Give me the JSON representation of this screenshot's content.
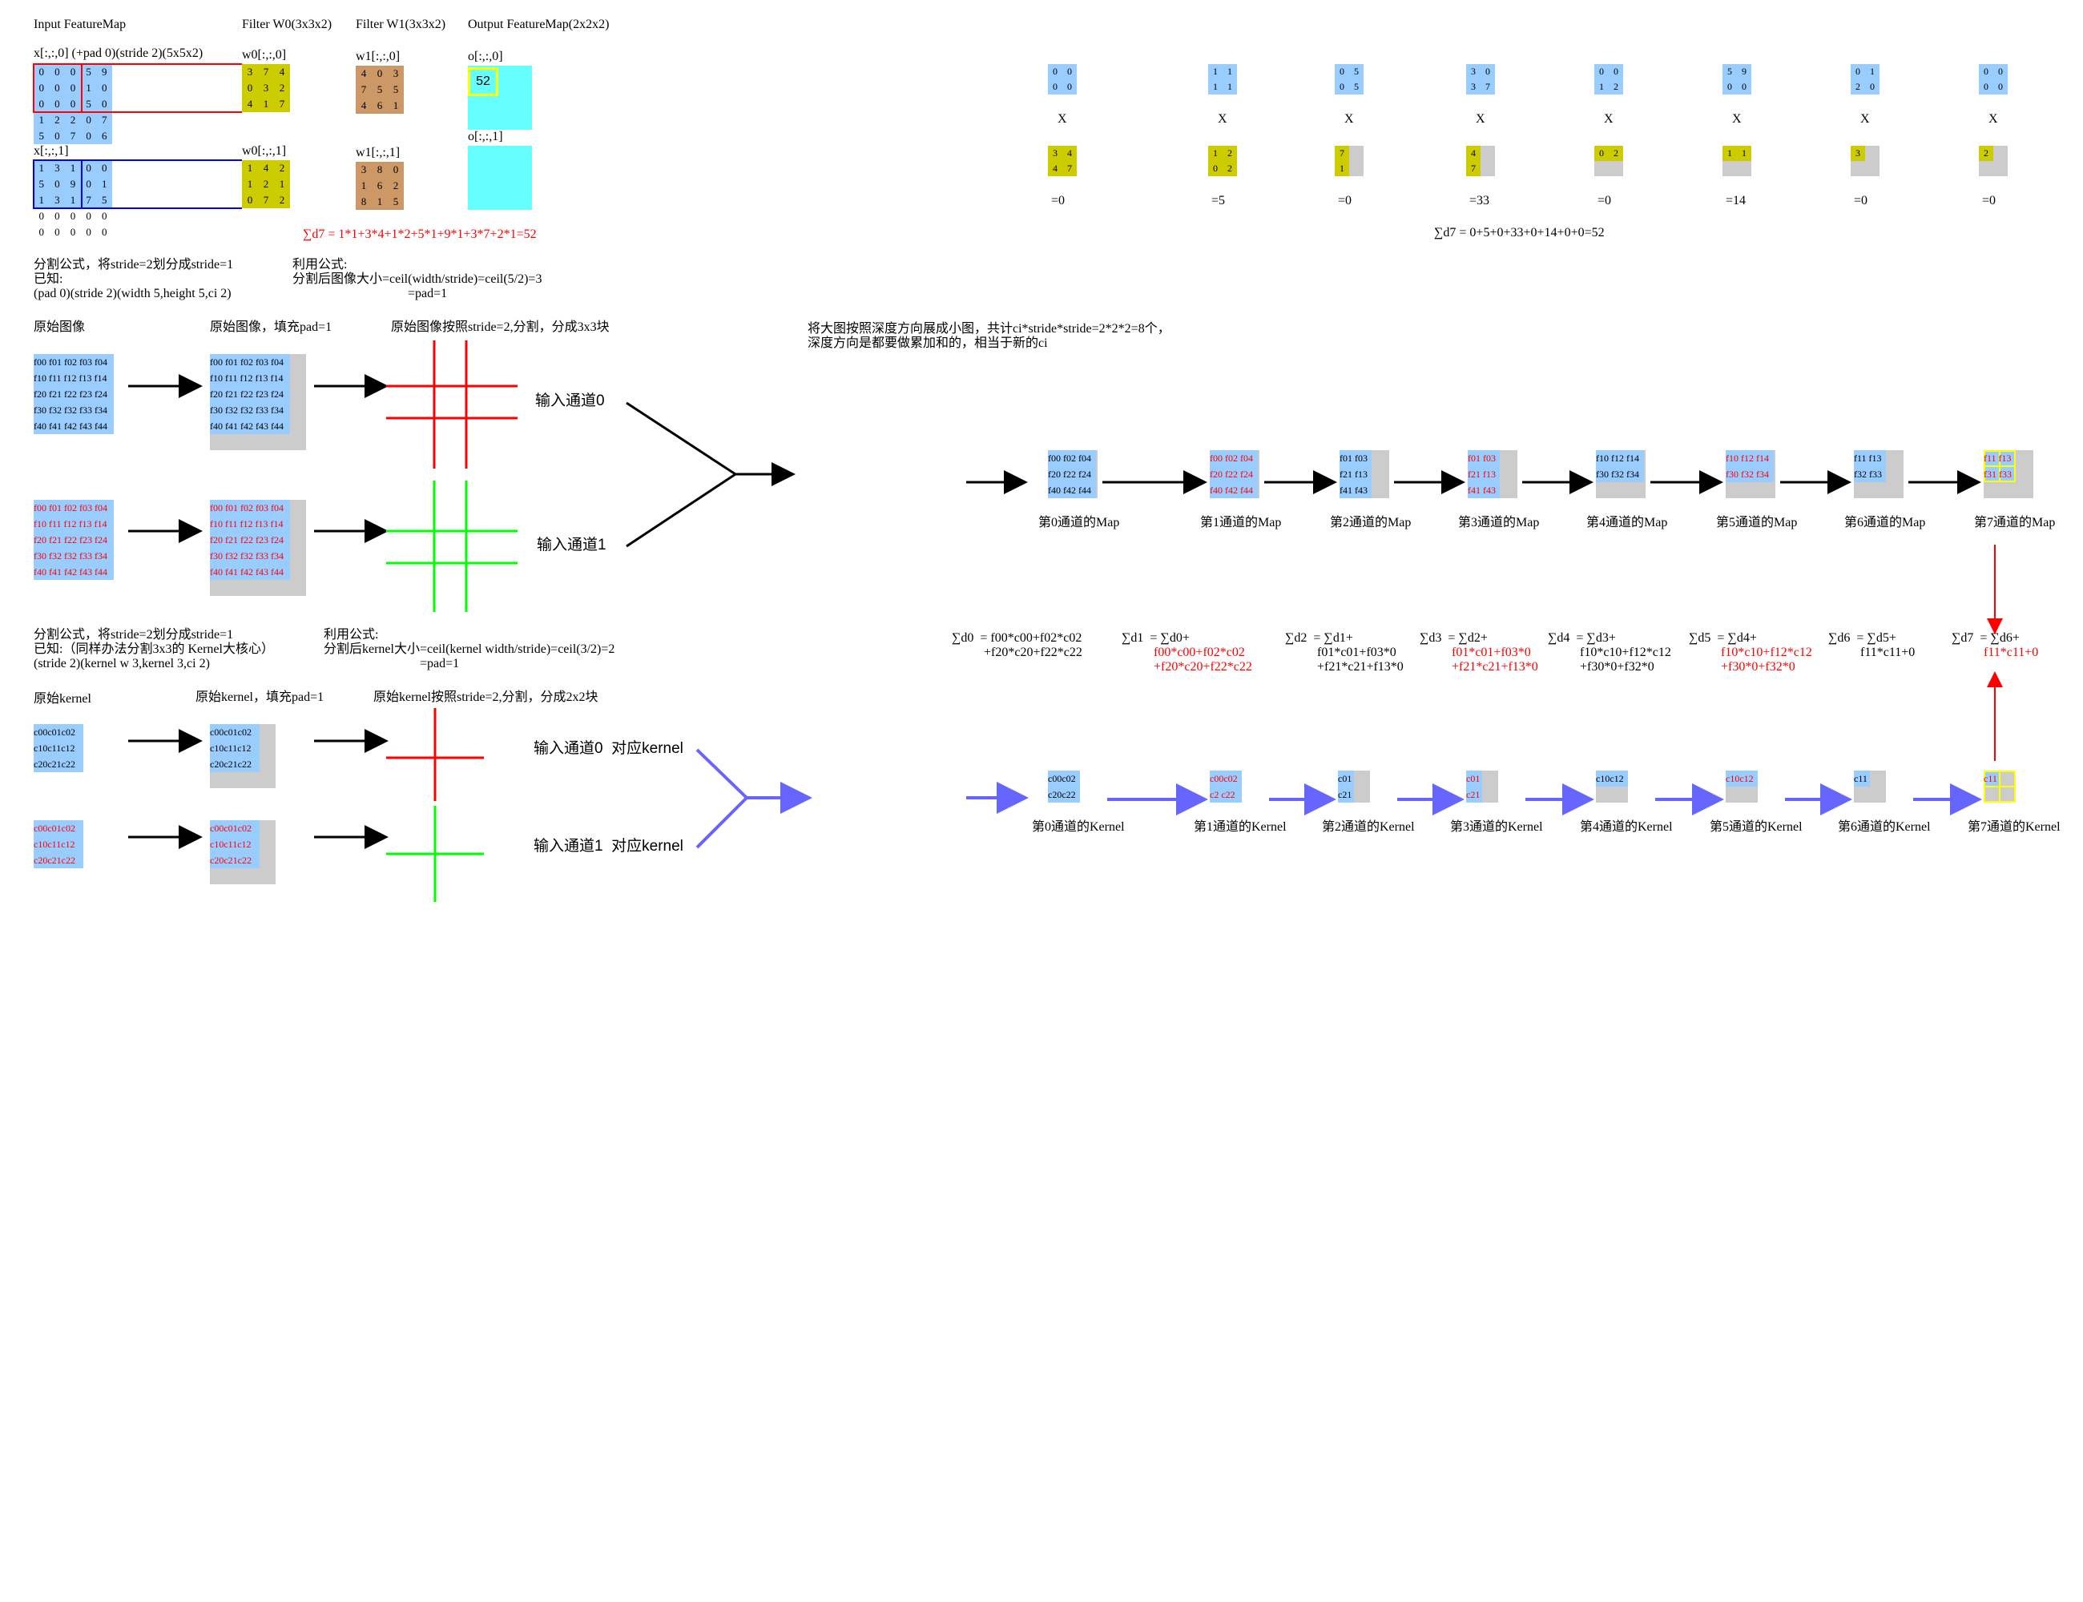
{
  "headers": {
    "input": "Input FeatureMap",
    "w0": "Filter W0(3x3x2)",
    "w1": "Filter W1(3x3x2)",
    "output": "Output FeatureMap(2x2x2)"
  },
  "labels": {
    "x0": "x[:,:,0] (+pad 0)(stride 2)(5x5x2)",
    "x1": "x[:,:,1]",
    "w00": "w0[:,:,0]",
    "w01": "w0[:,:,1]",
    "w10": "w1[:,:,0]",
    "w11": "w1[:,:,1]",
    "o0": "o[:,:,0]",
    "o1": "o[:,:,1]",
    "o_value": "52"
  },
  "matrices": {
    "x0": [
      [
        "0",
        "0",
        "0",
        "5",
        "9"
      ],
      [
        "0",
        "0",
        "0",
        "1",
        "0"
      ],
      [
        "0",
        "0",
        "0",
        "5",
        "0"
      ],
      [
        "1",
        "2",
        "2",
        "0",
        "7"
      ],
      [
        "5",
        "0",
        "7",
        "0",
        "6"
      ]
    ],
    "x1": [
      [
        "1",
        "3",
        "1",
        "0",
        "0"
      ],
      [
        "5",
        "0",
        "9",
        "0",
        "1"
      ],
      [
        "1",
        "3",
        "1",
        "7",
        "5"
      ],
      [
        "0",
        "0",
        "0",
        "0",
        "0"
      ],
      [
        "0",
        "0",
        "0",
        "0",
        "0"
      ]
    ],
    "w00": [
      [
        "3",
        "7",
        "4"
      ],
      [
        "0",
        "3",
        "2"
      ],
      [
        "4",
        "1",
        "7"
      ]
    ],
    "w01": [
      [
        "1",
        "4",
        "2"
      ],
      [
        "1",
        "2",
        "1"
      ],
      [
        "0",
        "7",
        "2"
      ]
    ],
    "w10": [
      [
        "4",
        "0",
        "3"
      ],
      [
        "7",
        "5",
        "5"
      ],
      [
        "4",
        "6",
        "1"
      ]
    ],
    "w11": [
      [
        "3",
        "8",
        "0"
      ],
      [
        "1",
        "6",
        "2"
      ],
      [
        "8",
        "1",
        "5"
      ]
    ]
  },
  "sum_red": "∑d7 = 1*1+3*4+1*2+5*1+9*1+3*7+2*1=52",
  "sum_total": "∑d7 = 0+5+0+33+0+14+0+0=52",
  "sub_products": [
    {
      "top": [
        [
          "0",
          "0"
        ],
        [
          "0",
          "0"
        ]
      ],
      "x": "X",
      "bottom": [
        [
          "3",
          "4"
        ],
        [
          "4",
          "7"
        ]
      ],
      "result": "=0"
    },
    {
      "top": [
        [
          "1",
          "1"
        ],
        [
          "1",
          "1"
        ]
      ],
      "x": "X",
      "bottom": [
        [
          "1",
          "2"
        ],
        [
          "0",
          "2"
        ]
      ],
      "result": "=5"
    },
    {
      "top": [
        [
          "0",
          "5"
        ],
        [
          "0",
          "5"
        ]
      ],
      "x": "X",
      "bottom": [
        [
          "7"
        ],
        [
          "1"
        ]
      ],
      "result": "=0"
    },
    {
      "top": [
        [
          "3",
          "0"
        ],
        [
          "3",
          "7"
        ]
      ],
      "x": "X",
      "bottom": [
        [
          "4"
        ],
        [
          "7"
        ]
      ],
      "result": "=33"
    },
    {
      "top": [
        [
          "0",
          "0"
        ],
        [
          "1",
          "2"
        ]
      ],
      "x": "X",
      "bottom": [
        [
          "0",
          "2"
        ]
      ],
      "result": "=0"
    },
    {
      "top": [
        [
          "5",
          "9"
        ],
        [
          "0",
          "0"
        ]
      ],
      "x": "X",
      "bottom": [
        [
          "1",
          "1"
        ]
      ],
      "result": "=14"
    },
    {
      "top": [
        [
          "0",
          "1"
        ],
        [
          "2",
          "0"
        ]
      ],
      "x": "X",
      "bottom": [
        [
          "3"
        ]
      ],
      "result": "=0"
    },
    {
      "top": [
        [
          "0",
          "0"
        ],
        [
          "0",
          "0"
        ]
      ],
      "x": "X",
      "bottom": [
        [
          "2"
        ]
      ],
      "result": "=0"
    }
  ],
  "sec1": {
    "note_left": "分割公式，将stride=2划分成stride=1\n已知:\n(pad 0)(stride 2)(width 5,height 5,ci 2)",
    "note_right": "利用公式:\n分割后图像大小=ceil(width/stride)=ceil(5/2)=3\n                                    =pad=1",
    "h_orig": "原始图像",
    "h_pad": "原始图像，填充pad=1",
    "h_split": "原始图像按照stride=2,分割，分成3x3块",
    "ch0": "输入通道0",
    "ch1": "输入通道1",
    "fmap": [
      "f00 f01 f02 f03 f04",
      "f10 f11 f12 f13 f14",
      "f20 f21 f22 f23 f24",
      "f30 f32 f32 f33 f34",
      "f40 f41 f42 f43 f44"
    ]
  },
  "expand_note": "将大图按照深度方向展成小图，共计ci*stride*stride=2*2*2=8个，\n深度方向是都要做累加和的，相当于新的ci",
  "maps": [
    {
      "rows": [
        "f00 f02 f04",
        "f20 f22 f24",
        "f40 f42 f44"
      ],
      "label": "第0通道的Map",
      "red": false
    },
    {
      "rows": [
        "f00 f02 f04",
        "f20 f22 f24",
        "f40 f42 f44"
      ],
      "label": "第1通道的Map",
      "red": true
    },
    {
      "rows": [
        "f01 f03",
        "f21 f13",
        "f41 f43"
      ],
      "label": "第2通道的Map",
      "red": false
    },
    {
      "rows": [
        "f01 f03",
        "f21 f13",
        "f41 f43"
      ],
      "label": "第3通道的Map",
      "red": true
    },
    {
      "rows": [
        "f10 f12 f14",
        "f30 f32 f34"
      ],
      "label": "第4通道的Map",
      "red": false
    },
    {
      "rows": [
        "f10 f12 f14",
        "f30 f32 f34"
      ],
      "label": "第5通道的Map",
      "red": true
    },
    {
      "rows": [
        "f11 f13",
        "f32 f33"
      ],
      "label": "第6通道的Map",
      "red": false
    },
    {
      "rows": [
        "f11 f13",
        "f31 f33"
      ],
      "label": "第7通道的Map",
      "red": true
    }
  ],
  "sums": [
    {
      "head": "∑d0  = f00*c00+f02*c02",
      "lines": [
        "+f20*c20+f22*c22"
      ],
      "red": false
    },
    {
      "head": "∑d1  = ∑d0+",
      "lines": [
        "f00*c00+f02*c02",
        "+f20*c20+f22*c22"
      ],
      "red": true
    },
    {
      "head": "∑d2  = ∑d1+",
      "lines": [
        "f01*c01+f03*0",
        "+f21*c21+f13*0"
      ],
      "red": false
    },
    {
      "head": "∑d3  = ∑d2+",
      "lines": [
        "f01*c01+f03*0",
        "+f21*c21+f13*0"
      ],
      "red": true
    },
    {
      "head": "∑d4  = ∑d3+",
      "lines": [
        "f10*c10+f12*c12",
        "+f30*0+f32*0"
      ],
      "red": false
    },
    {
      "head": "∑d5  = ∑d4+",
      "lines": [
        "f10*c10+f12*c12",
        "+f30*0+f32*0"
      ],
      "red": true
    },
    {
      "head": "∑d6  = ∑d5+",
      "lines": [
        "f11*c11+0"
      ],
      "red": false
    },
    {
      "head": "∑d7  = ∑d6+",
      "lines": [
        "f11*c11+0"
      ],
      "red": true
    }
  ],
  "sec2": {
    "note_left": "分割公式，将stride=2划分成stride=1\n已知:（同样办法分割3x3的 Kernel大核心）\n(stride 2)(kernel w 3,kernel 3,ci 2)",
    "note_right": "利用公式:\n分割后kernel大小=ceil(kernel width/stride)=ceil(3/2)=2\n                              =pad=1",
    "h_orig": "原始kernel",
    "h_pad": "原始kernel，填充pad=1",
    "h_split": "原始kernel按照stride=2,分割，分成2x2块",
    "ch0": "输入通道0  对应kernel",
    "ch1": "输入通道1  对应kernel",
    "kmap": [
      "c00c01c02",
      "c10c11c12",
      "c20c21c22"
    ]
  },
  "kernels": [
    {
      "rows": [
        "c00c02",
        "c20c22"
      ],
      "label": "第0通道的Kernel",
      "red": false
    },
    {
      "rows": [
        "c00c02",
        "c2 c22"
      ],
      "label": "第1通道的Kernel",
      "red": true
    },
    {
      "rows": [
        "c01",
        "c21"
      ],
      "label": "第2通道的Kernel",
      "red": false
    },
    {
      "rows": [
        "c01",
        "c21"
      ],
      "label": "第3通道的Kernel",
      "red": true
    },
    {
      "rows": [
        "c10c12"
      ],
      "label": "第4通道的Kernel",
      "red": false
    },
    {
      "rows": [
        "c10c12"
      ],
      "label": "第5通道的Kernel",
      "red": true
    },
    {
      "rows": [
        "c11"
      ],
      "label": "第6通道的Kernel",
      "red": false
    },
    {
      "rows": [
        "c11"
      ],
      "label": "第7通道的Kernel",
      "red": true
    }
  ],
  "colors": {
    "accent_red": "#ff0000",
    "accent_green": "#00ff00",
    "accent_blue": "#6666ff",
    "map_blue": "#99ccff",
    "gray": "#cccccc",
    "olive": "#cccc00",
    "tan": "#cc9966",
    "cyan": "#66ffff"
  }
}
